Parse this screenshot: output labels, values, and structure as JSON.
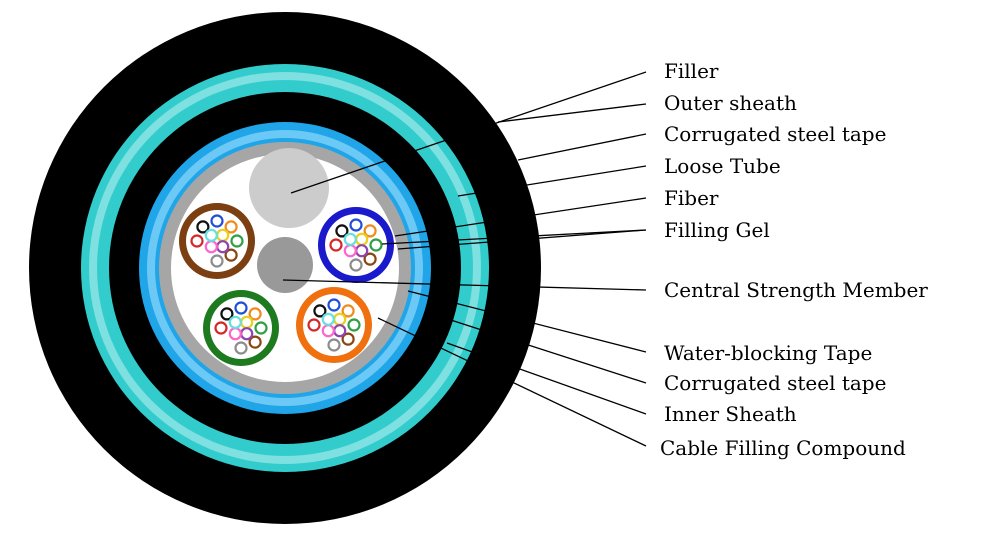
{
  "labels": {
    "filler": "Filler",
    "outer_sheath": "Outer sheath",
    "corrugated_steel_tape_outer": "Corrugated steel tape",
    "loose_tube": "Loose Tube",
    "fiber": "Fiber",
    "filling_gel": "Filling Gel",
    "central_strength_member": "Central Strength Member",
    "water_blocking_tape": "Water-blocking Tape",
    "corrugated_steel_tape_inner": "Corrugated steel tape",
    "inner_sheath": "Inner Sheath",
    "cable_filling_compound": "Cable Filling Compound"
  },
  "colors": {
    "outer_sheath": "#000000",
    "steel_tape_band": "#33cccc",
    "inner_sheath_band": "#1fa5e8",
    "water_blocking_ring": "#a6a6a6",
    "core_fill": "#ffffff",
    "filler": "#cccccc",
    "central_member": "#999999",
    "tube_brown": "#7b3f12",
    "tube_blue": "#1a1acc",
    "tube_green": "#1e7a1e",
    "tube_orange": "#f07010"
  },
  "fiber_colors": [
    "#1f4fd6",
    "#f08c1e",
    "#2ea043",
    "#8b4513",
    "#8c8c8c",
    "#ffffff",
    "#d62728",
    "#111111",
    "#e6d21e",
    "#8e44ad",
    "#ff66cc",
    "#66e0e0"
  ]
}
